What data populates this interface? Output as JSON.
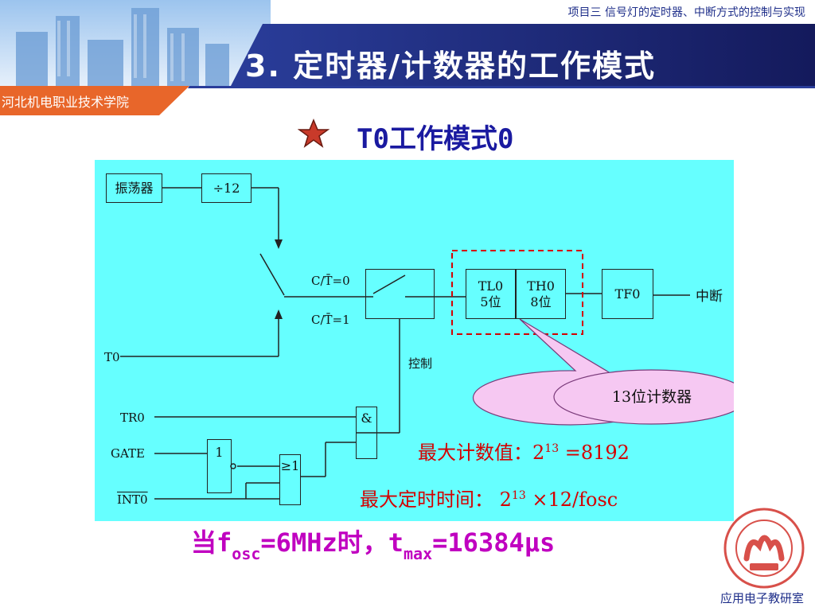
{
  "header": {
    "course_title": "项目三  信号灯的定时器、中断方式的控制与实现",
    "slide_title": "3. 定时器/计数器的工作模式",
    "school_name": "河北机电职业技术学院"
  },
  "section": {
    "subtitle": "T0工作模式0"
  },
  "diagram": {
    "oscillator": "振荡器",
    "divider": "÷12",
    "ct0": "C/T̄=0",
    "ct1": "C/T̄=1",
    "t0_pin": "T0",
    "control": "控制",
    "tl0_name": "TL0",
    "tl0_bits": "5位",
    "th0_name": "TH0",
    "th0_bits": "8位",
    "tf0": "TF0",
    "interrupt": "中断",
    "tr0": "TR0",
    "gate": "GATE",
    "int0": "INT0",
    "not_gate": "1",
    "or_gate": "≥1",
    "and_gate": "&",
    "callout": "13位计数器"
  },
  "formulas": {
    "max_count_label": "最大计数值：",
    "max_count_base": "2",
    "max_count_exp": "13",
    "max_count_value": " =8192",
    "max_time_label": "最大定时时间：",
    "max_time_base": "2",
    "max_time_exp": "13",
    "max_time_value": " ×12/fosc",
    "cond_prefix": "当f",
    "cond_sub": "osc",
    "cond_mid": "=6MHz时，t",
    "cond_sub2": "max",
    "cond_value": "=16384μs"
  },
  "footer": {
    "department": "应用电子教研室"
  },
  "colors": {
    "title_navy": "#1b1f6b",
    "accent_orange": "#e8662a",
    "panel_cyan": "#66ffff",
    "formula_red": "#d40000",
    "highlight_magenta": "#c000c0"
  }
}
